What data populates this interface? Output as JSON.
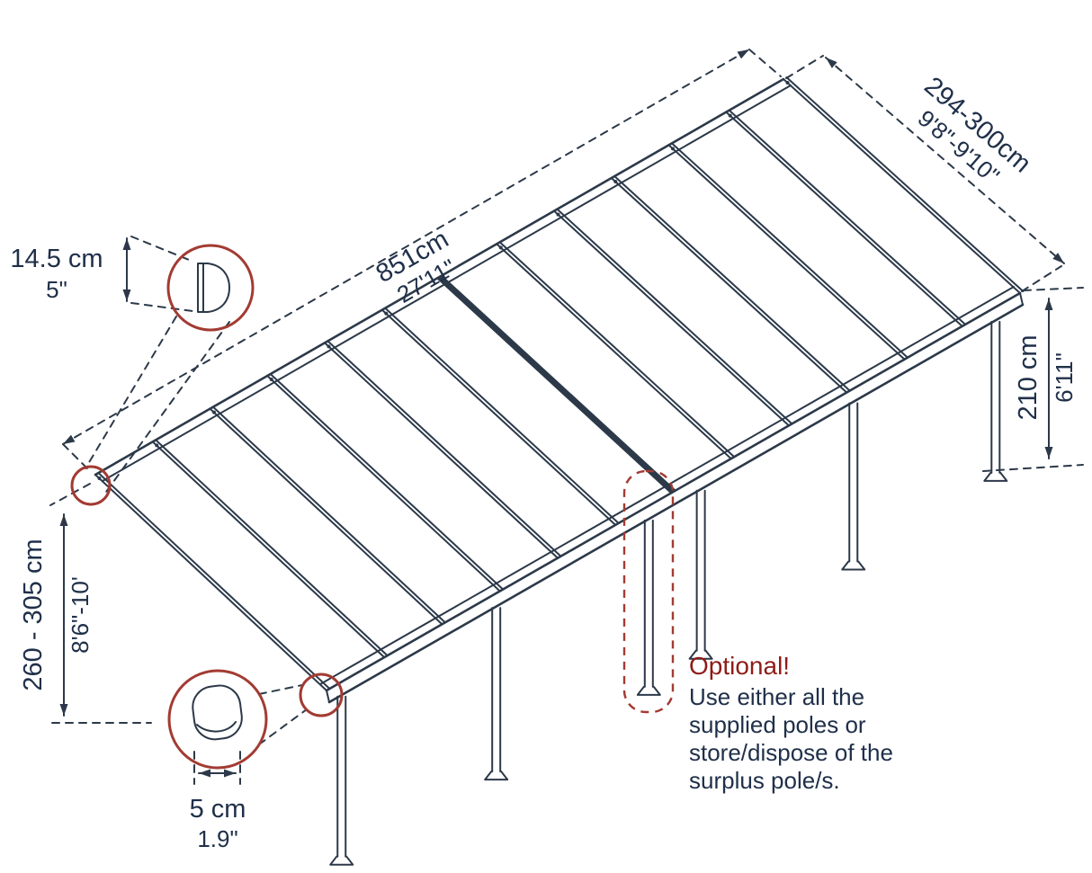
{
  "colors": {
    "line": "#2c3949",
    "text": "#20304a",
    "red": "#a23b32",
    "red_text": "#8e1c17"
  },
  "labels": {
    "length": {
      "metric": "851cm",
      "imperial": "27'11\""
    },
    "depth": {
      "metric": "294-300cm",
      "imperial": "9'8\"-9'10\""
    },
    "clearance": {
      "metric": "210 cm",
      "imperial": "6'11\""
    },
    "attach": {
      "metric": "260 - 305 cm",
      "imperial": "8'6\"-10'"
    },
    "profile": {
      "metric": "14.5 cm",
      "imperial": "5\""
    },
    "pole": {
      "metric": "5 cm",
      "imperial": "1.9\""
    }
  },
  "note": {
    "title": "Optional!",
    "line1": "Use either all the",
    "line2": "supplied poles or",
    "line3": "store/dispose of the",
    "line4": "surplus pole/s."
  }
}
